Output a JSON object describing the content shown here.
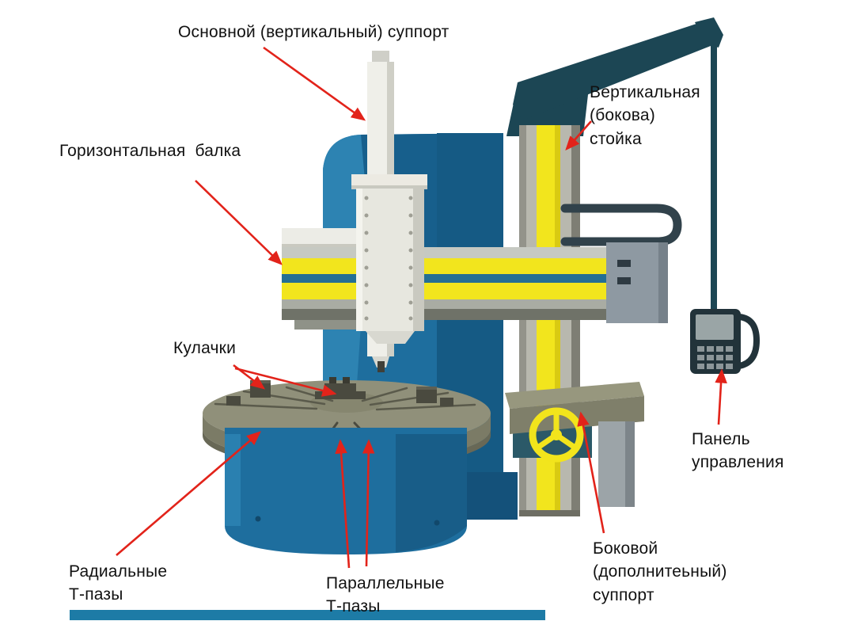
{
  "labels": {
    "main_vertical_support": "Основной (вертикальный) суппорт",
    "horizontal_beam": "Горизонтальная  балка",
    "vertical_side_column": "Вертикальная\n(бокова)\nстойка",
    "jaws": "Кулачки",
    "control_panel": "Панель\nуправления",
    "radial_t_slots": "Радиальные\nТ-пазы",
    "parallel_t_slots": "Параллельные\nТ-пазы",
    "side_support": "Боковой\n(дополнитеьный)\nсуппорт"
  },
  "colors": {
    "arrow_red": "#e2231a",
    "machine_blue": "#1e6e9e",
    "machine_blue_dark": "#185d88",
    "stripe_yellow": "#f2e51d",
    "column_gray": "#b8b8ae",
    "table_olive": "#90907a",
    "dark_teal": "#1c4654",
    "text": "#111111",
    "background": "#ffffff"
  }
}
